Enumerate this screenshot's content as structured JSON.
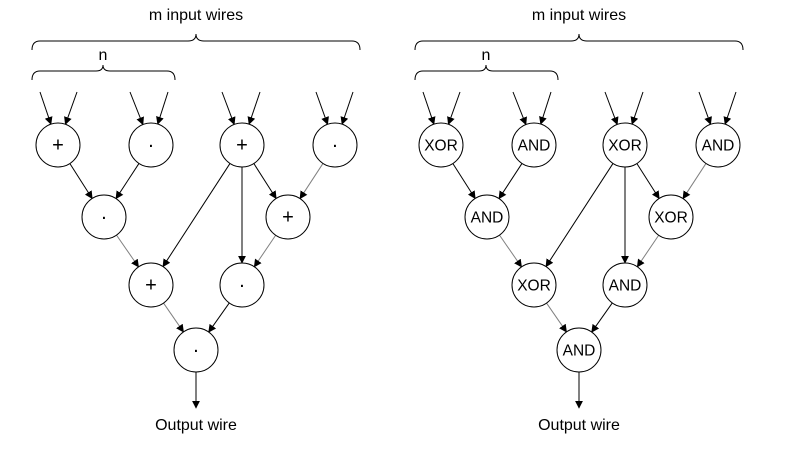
{
  "diagrams": [
    {
      "id": "arith",
      "top_label": "m input wires",
      "sub_label": "n",
      "output_label": "Output wire",
      "gates": [
        "+",
        "·",
        "+",
        "·",
        "·",
        "+",
        "+",
        "·",
        "·"
      ]
    },
    {
      "id": "bool",
      "top_label": "m input wires",
      "sub_label": "n",
      "output_label": "Output wire",
      "gates": [
        "XOR",
        "AND",
        "XOR",
        "AND",
        "AND",
        "XOR",
        "XOR",
        "AND",
        "AND"
      ]
    }
  ],
  "colors": {
    "line": "#000000",
    "secondary_line": "#808080"
  }
}
